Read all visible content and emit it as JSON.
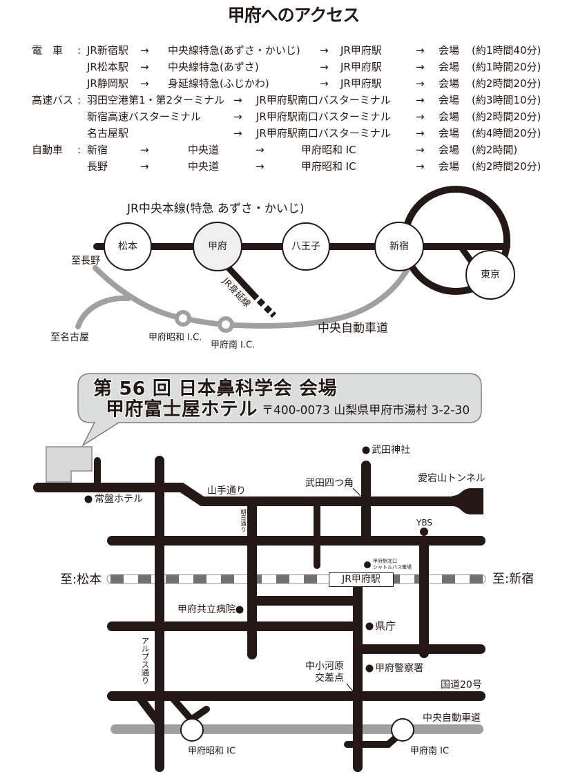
{
  "access": {
    "title": "甲府へのアクセス",
    "arrow": "→",
    "sections": [
      {
        "category": "電　車",
        "sep": ":",
        "rows": [
          {
            "from": "JR新宿駅",
            "via": "中央線特急(あずさ・かいじ)",
            "to": "JR甲府駅",
            "dest": "会場",
            "time": "(約1時間40分)"
          },
          {
            "from": "JR松本駅",
            "via": "中央線特急(あずさ)",
            "to": "JR甲府駅",
            "dest": "会場",
            "time": "(約1時間20分)"
          },
          {
            "from": "JR静岡駅",
            "via": "身延線特急(ふじかわ)",
            "to": "JR甲府駅",
            "dest": "会場",
            "time": "(約2時間20分)"
          }
        ]
      },
      {
        "category": "高速バス",
        "sep": ":",
        "rows": [
          {
            "from": "羽田空港第1・第2ターミナル",
            "to": "JR甲府駅南口バスターミナル",
            "dest": "会場",
            "time": "(約3時間10分)"
          },
          {
            "from": "新宿高速バスターミナル",
            "to": "JR甲府駅南口バスターミナル",
            "dest": "会場",
            "time": "(約2時間20分)"
          },
          {
            "from": "名古屋駅",
            "to": "JR甲府駅南口バスターミナル",
            "dest": "会場",
            "time": "(約4時間20分)"
          }
        ]
      },
      {
        "category": "自動車",
        "sep": ":",
        "rows": [
          {
            "from": "新宿",
            "via": "中央道",
            "to": "甲府昭和 IC",
            "dest": "会場",
            "time": "(約2時間)"
          },
          {
            "from": "長野",
            "via": "中央道",
            "to": "甲府昭和 IC",
            "dest": "会場",
            "time": "(約2時間20分)"
          }
        ]
      }
    ]
  },
  "rail_diagram": {
    "line_title": "JR中央本線(特急 あずさ・かいじ)",
    "stations": {
      "matsumoto": "松本",
      "kofu": "甲府",
      "hachioji": "八王子",
      "shinjuku": "新宿",
      "tokyo": "東京"
    },
    "branch_line": "JR身延線",
    "to_nagano": "至長野",
    "to_nagoya": "至名古屋",
    "ic_showa": "甲府昭和 I.C.",
    "ic_minami": "甲府南 I.C.",
    "expressway": "中央自動車道"
  },
  "venue": {
    "event": "第 56 回 日本鼻科学会 会場",
    "hotel": "甲府富士屋ホテル",
    "address": "〒400-0073 山梨県甲府市湯村 3-2-30"
  },
  "street_map": {
    "landmarks": {
      "tokiwa_hotel": "常盤ホテル",
      "takeda_shrine": "武田神社",
      "ybs": "YBS",
      "north_exit_bus": [
        "甲府駅北口",
        "シャトルバス乗場"
      ],
      "kyoritsu_hospital": "甲府共立病院",
      "prefectural_office": "県庁",
      "police": "甲府警察署"
    },
    "roads": {
      "yamate": "山手通り",
      "asahi": "朝日通り",
      "alps": "アルプス通り",
      "route20": "国道20号",
      "expressway": "中央自動車道"
    },
    "intersections": {
      "takeda_yotsukado": "武田四つ角",
      "nakakogawara": [
        "中小河原",
        "交差点"
      ]
    },
    "tunnel": "愛宕山トンネル",
    "station": "JR甲府駅",
    "to_matsumoto": "至:松本",
    "to_shinjuku": "至:新宿",
    "ic_showa": "甲府昭和 IC",
    "ic_minami": "甲府南 IC"
  },
  "colors": {
    "ink": "#231815",
    "expressway_gray": "#9fa0a0",
    "rail_gray": "#727171",
    "callout_fill": "#dcdddd",
    "kofu_station_fill": "#efefef"
  }
}
